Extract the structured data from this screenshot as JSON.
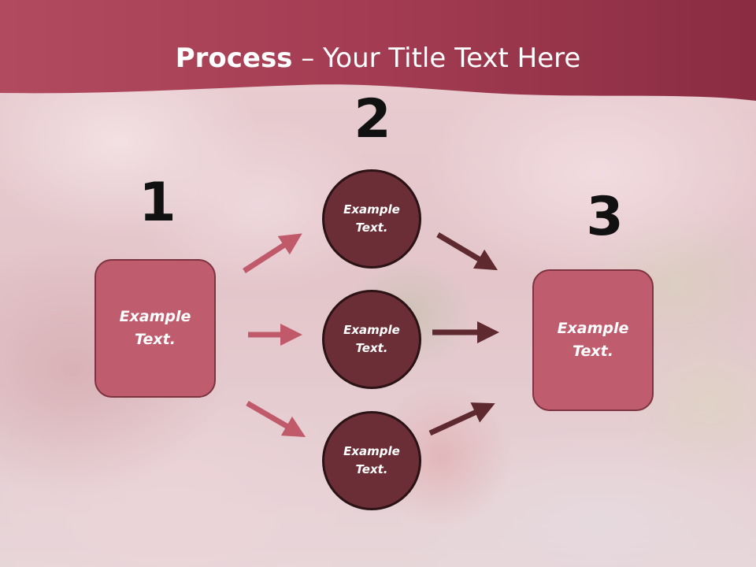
{
  "slide": {
    "title_bold": "Process",
    "title_rest": " – Your Title Text Here",
    "steps": {
      "one": "1",
      "two": "2",
      "three": "3"
    },
    "left_box": "Example Text.",
    "right_box": "Example Text.",
    "circles": [
      "Example Text.",
      "Example Text.",
      "Example Text."
    ]
  },
  "colors": {
    "header": "#9b3a4f",
    "box_fill": "#bf5d6e",
    "circle_fill": "#6b2e36",
    "arrow_light": "#c05a6a",
    "arrow_dark": "#5e2a30"
  }
}
